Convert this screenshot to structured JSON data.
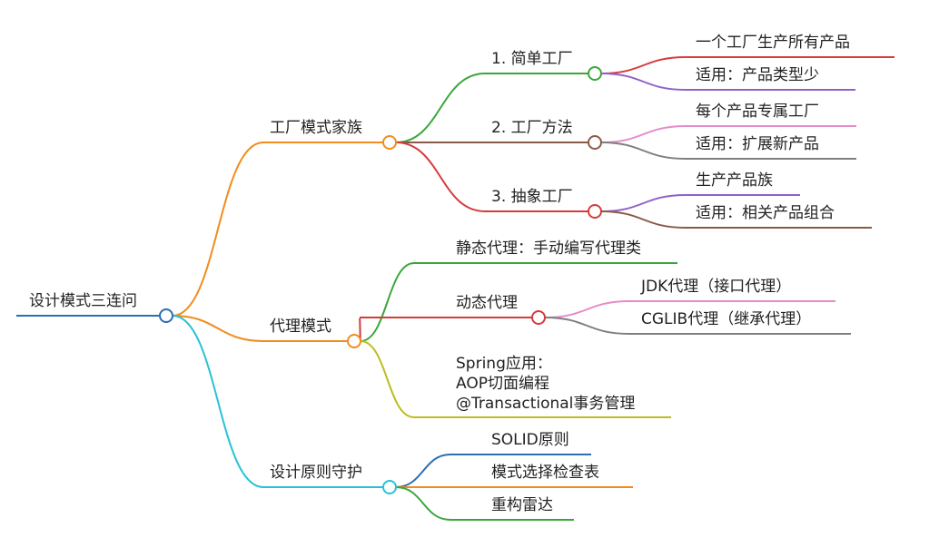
{
  "root": {
    "label": "设计模式三连问"
  },
  "branches": [
    {
      "label": "工厂模式家族",
      "color": "#f28c1e",
      "children": [
        {
          "label": "1. 简单工厂",
          "color": "#3aa63a",
          "children": [
            {
              "label": "一个工厂生产所有产品",
              "color": "#d93a3a"
            },
            {
              "label": "适用：产品类型少",
              "color": "#8e62c9"
            }
          ]
        },
        {
          "label": "2. 工厂方法",
          "color": "#8a5a48",
          "children": [
            {
              "label": "每个产品专属工厂",
              "color": "#e58cc8"
            },
            {
              "label": "适用：扩展新产品",
              "color": "#7f7f7f"
            }
          ]
        },
        {
          "label": "3. 抽象工厂",
          "color": "#d63a3a",
          "children": [
            {
              "label": "生产产品族",
              "color": "#8e62c9"
            },
            {
              "label": "适用：相关产品组合",
              "color": "#8a5a48"
            }
          ]
        }
      ]
    },
    {
      "label": "代理模式",
      "color": "#f28c1e",
      "children": [
        {
          "label": "静态代理：手动编写代理类",
          "color": "#3aa63a"
        },
        {
          "label": "动态代理",
          "color": "#d63a3a",
          "children": [
            {
              "label": "JDK代理（接口代理）",
              "color": "#e58cc8"
            },
            {
              "label": "CGLIB代理（继承代理）",
              "color": "#7f7f7f"
            }
          ]
        },
        {
          "label": [
            "Spring应用：",
            "AOP切面编程",
            "@Transactional事务管理"
          ],
          "color": "#bcbd22"
        }
      ]
    },
    {
      "label": "设计原则守护",
      "color": "#28c2d6",
      "children": [
        {
          "label": "SOLID原则",
          "color": "#2a6eb0"
        },
        {
          "label": "模式选择检查表",
          "color": "#f28c1e"
        },
        {
          "label": "重构雷达",
          "color": "#3aa63a"
        }
      ]
    }
  ],
  "colors": {
    "root": "#2a6eb0"
  }
}
